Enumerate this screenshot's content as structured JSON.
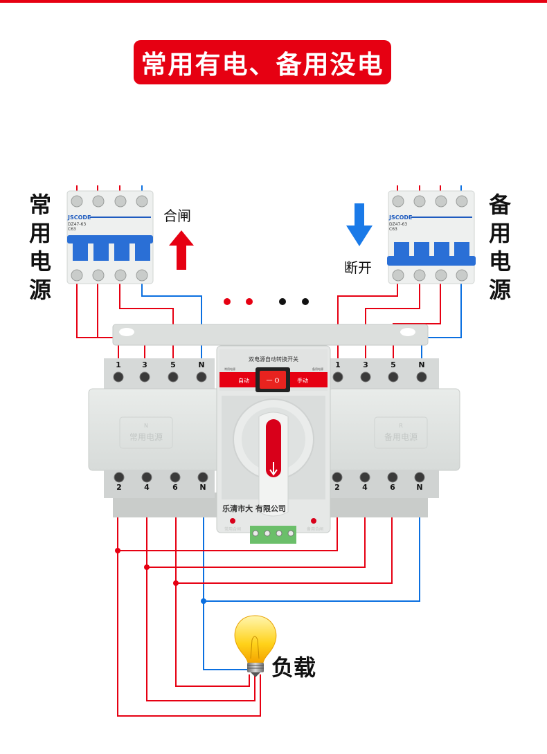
{
  "banner": {
    "title": "常用有电、备用没电"
  },
  "labels": {
    "primary_source": "常用电源",
    "backup_source": "备用电源",
    "close_action": "合闸",
    "open_action": "断开",
    "load": "负载"
  },
  "breaker": {
    "brand": "JSCODE",
    "model": "DZ47-63",
    "rating": "C63"
  },
  "ats": {
    "panel_title": "双电源自动转换开关",
    "primary_indicator": "常用电源",
    "backup_indicator": "备用电源",
    "mode_auto": "自动",
    "mode_manual": "手动",
    "switch_symbols": "一 O",
    "left_plate_letter": "N",
    "left_plate_text": "常用电源",
    "right_plate_letter": "R",
    "right_plate_text": "备用电源",
    "manufacturer": "乐清市大    有限公司",
    "left_closed_label": "常用合闸",
    "right_closed_label": "备用合闸",
    "top_terminals_left": [
      "1",
      "3",
      "5",
      "N"
    ],
    "top_terminals_right": [
      "1",
      "3",
      "5",
      "N"
    ],
    "bottom_terminals_left": [
      "2",
      "4",
      "6",
      "N"
    ],
    "bottom_terminals_right": [
      "2",
      "4",
      "6",
      "N"
    ]
  },
  "status_dots": [
    {
      "color": "#e60012"
    },
    {
      "color": "#e60012"
    },
    {
      "color": "#111111"
    },
    {
      "color": "#111111"
    }
  ],
  "colors": {
    "accent_red": "#e60012",
    "phase_wire": "#e60012",
    "neutral_wire": "#0a6fe0",
    "breaker_blue": "#2a6fd6",
    "arrow_up": "#e60012",
    "arrow_down": "#1a7ae8"
  }
}
